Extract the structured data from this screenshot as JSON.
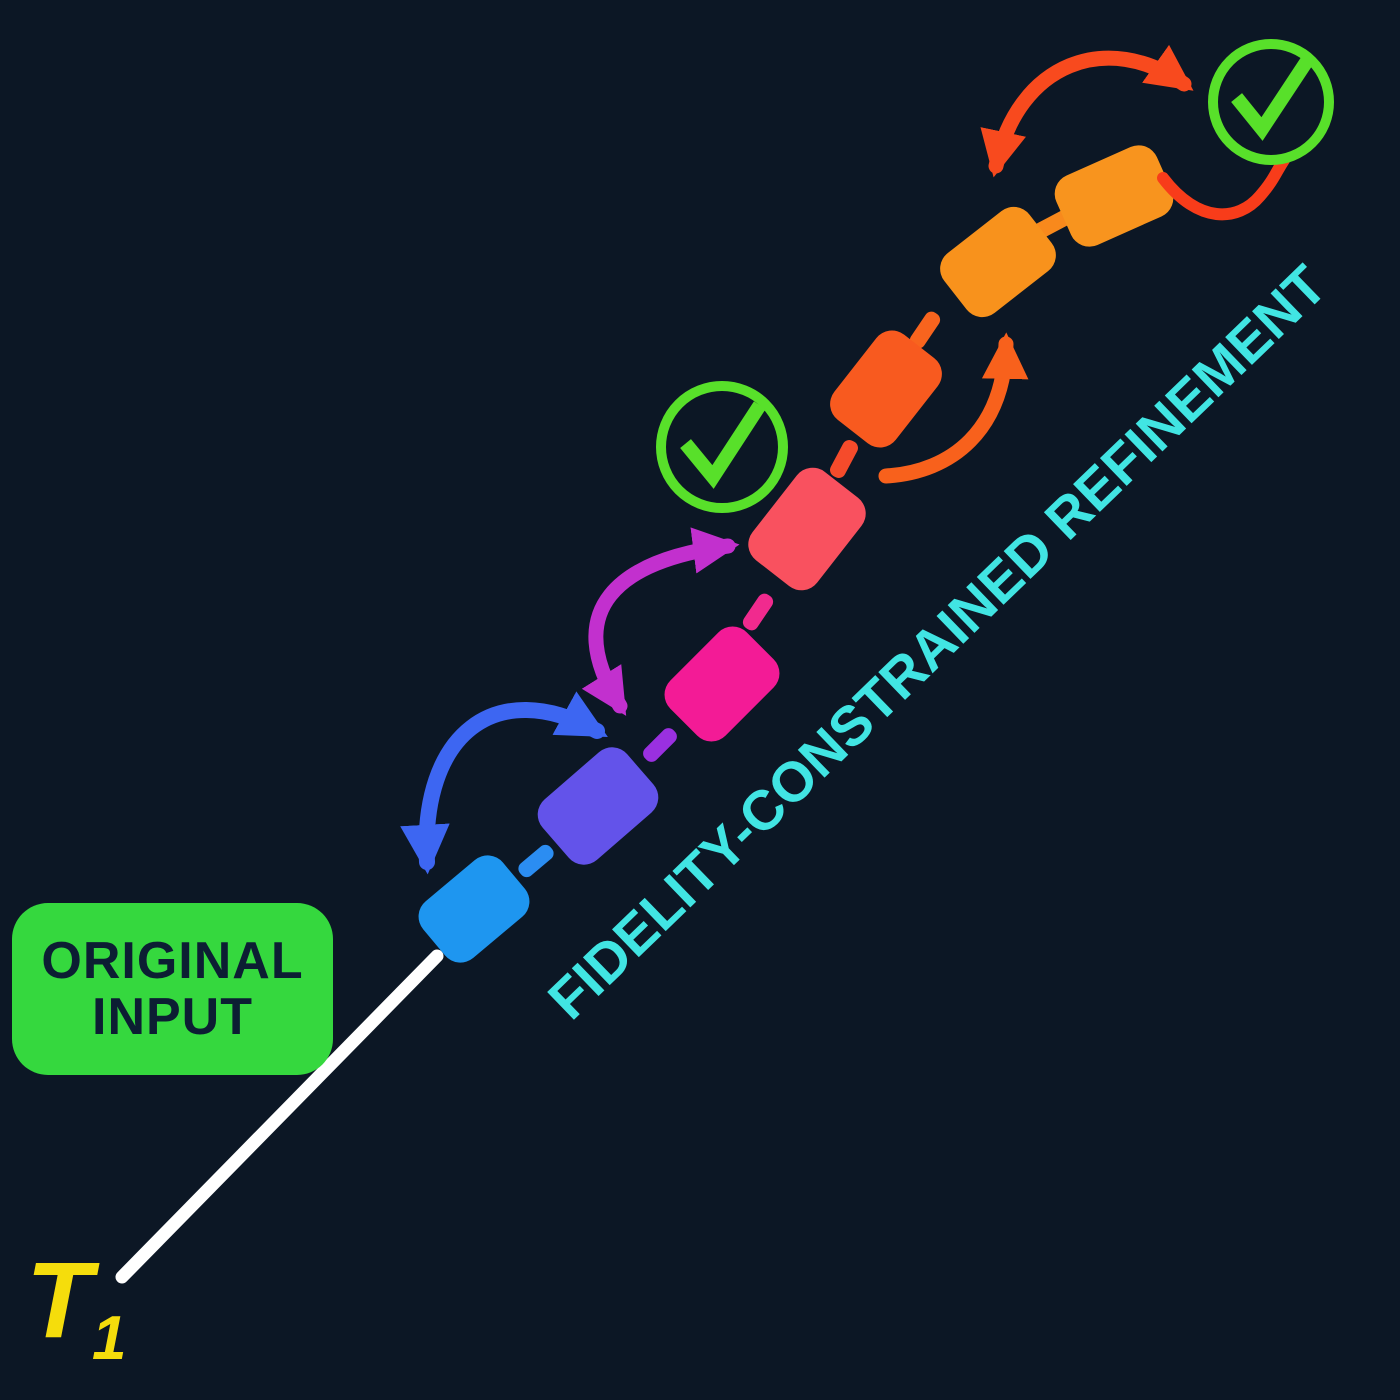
{
  "background": {
    "color": "#0C1725"
  },
  "original_input_box": {
    "line1": "ORIGINAL",
    "line2": "INPUT",
    "fill": "#35D83E",
    "text_color": "#0C1E33"
  },
  "timeline": {
    "label": "T",
    "subscript": "1",
    "label_color": "#F5DD0C",
    "line_color": "#FFFFFF"
  },
  "caption": {
    "text": "FIDELITY-CONSTRAINED REFINEMENT",
    "color": "#41E5E3"
  },
  "chain": {
    "node_colors": [
      "#1E96F0",
      "#6353EA",
      "#F31B96",
      "#F9515F",
      "#F85A1F",
      "#F8921C",
      "#F8941E"
    ],
    "dash_colors": [
      "#2B8DF2",
      "#9A30E0",
      "#F12A8E",
      "#F54B2B",
      "#F8641E",
      "#F8891C"
    ]
  },
  "arrows": {
    "blue": "#3D66F2",
    "magenta": "#C230CE",
    "orange": "#F8611C",
    "red": "#F84A1E",
    "squiggle": "#F83C1A"
  },
  "checkmarks": {
    "icon": "check-circle-icon",
    "color": "#58E02A"
  }
}
